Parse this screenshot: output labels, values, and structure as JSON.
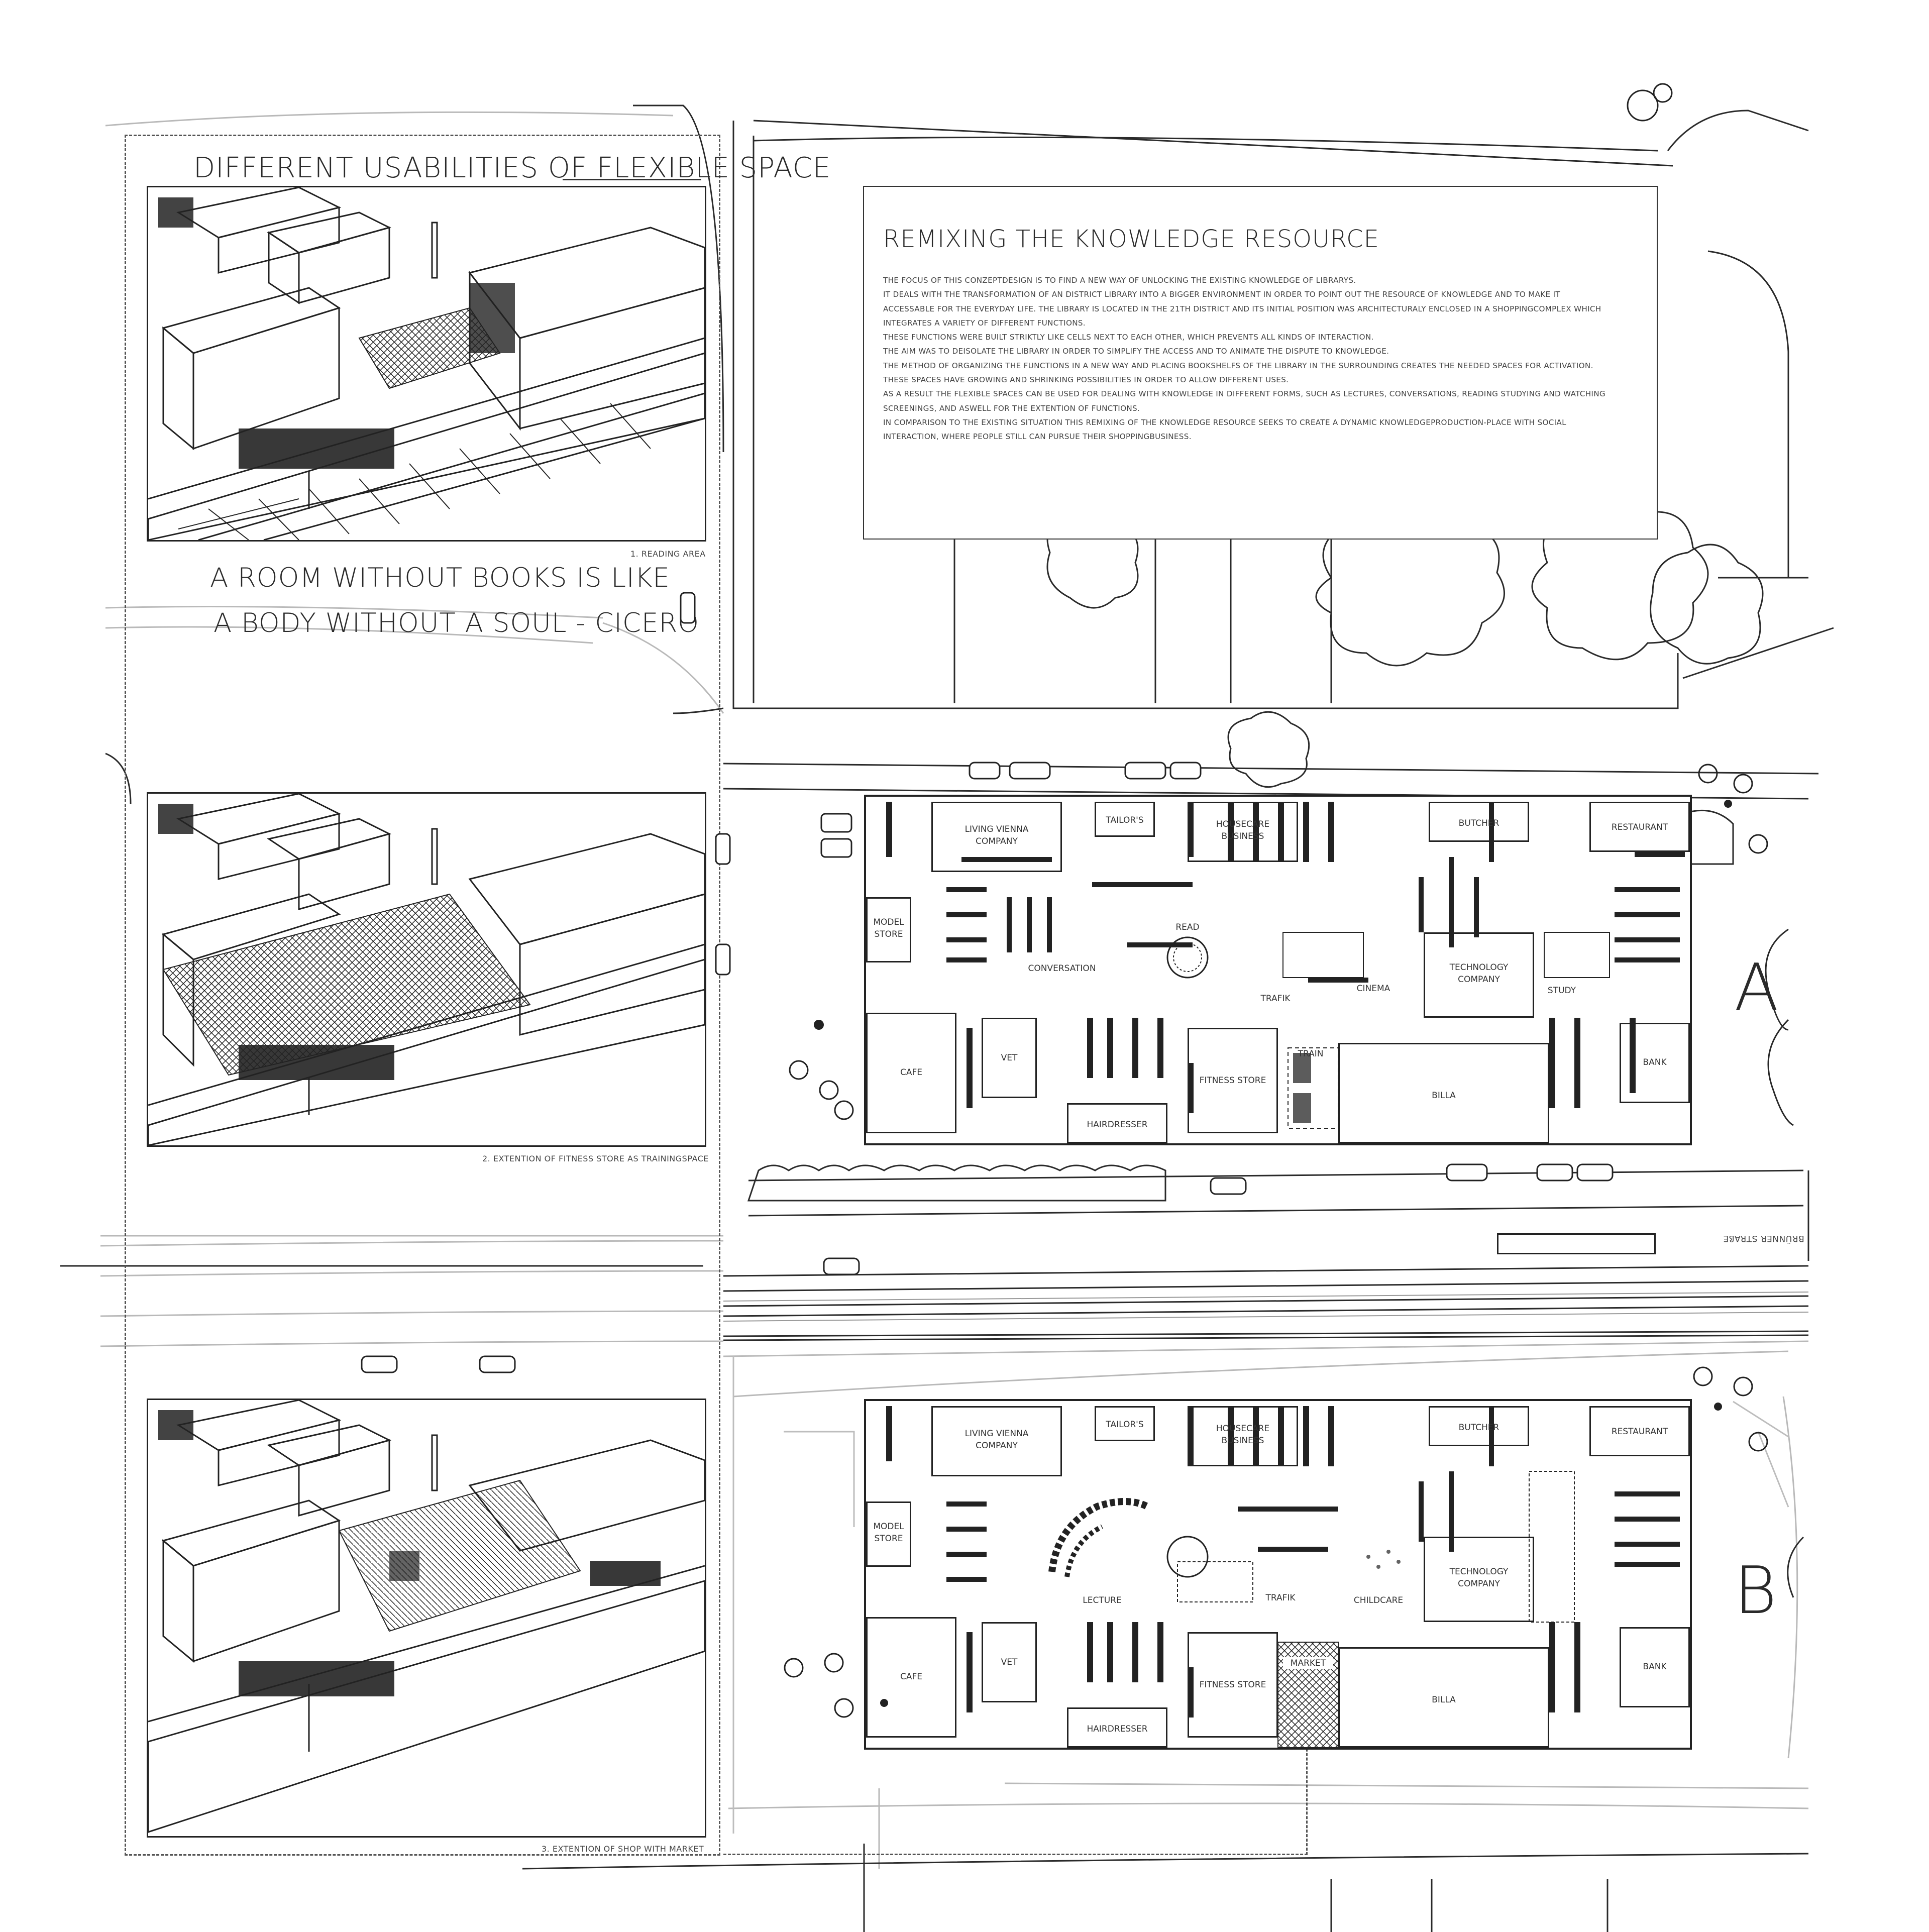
{
  "left_title": "DIFFERENT USABILITIES OF FLEXIBLE SPACE",
  "quote": [
    "A ROOM WITHOUT BOOKS IS LIKE",
    "A BODY  WITHOUT A SOUL - CICERO"
  ],
  "captions": [
    "1.  READING AREA",
    "2. EXTENTION OF FITNESS STORE AS TRAININGSPACE",
    "3. EXTENTION OF SHOP WITH MARKET"
  ],
  "main_title": "REMIXING THE KNOWLEDGE RESOURCE",
  "description": [
    "THE FOCUS OF THIS CONZEPTDESIGN IS TO FIND A NEW WAY OF UNLOCKING THE EXISTING KNOWLEDGE OF LIBRARYS.",
    "IT DEALS WITH THE TRANSFORMATION OF AN DISTRICT LIBRARY INTO A BIGGER ENVIRONMENT IN ORDER TO POINT OUT THE RESOURCE OF KNOWLEDGE AND TO MAKE IT",
    "ACCESSABLE FOR THE EVERYDAY LIFE. THE LIBRARY IS LOCATED IN THE 21TH DISTRICT AND ITS INITIAL POSITION WAS ARCHITECTURALY ENCLOSED IN A SHOPPINGCOMPLEX WHICH",
    "INTEGRATES A VARIETY OF DIFFERENT FUNCTIONS.",
    "THESE FUNCTIONS WERE BUILT STRIKTLY LIKE CELLS NEXT TO EACH OTHER, WHICH PREVENTS ALL KINDS OF INTERACTION.",
    "THE AIM WAS TO DEISOLATE THE LIBRARY IN ORDER TO SIMPLIFY THE ACCESS AND TO ANIMATE THE DISPUTE TO KNOWLEDGE.",
    "THE METHOD OF ORGANIZING THE FUNCTIONS IN A NEW WAY AND PLACING BOOKSHELFS OF THE LIBRARY IN THE SURROUNDING CREATES THE NEEDED SPACES FOR ACTIVATION.",
    "THESE SPACES HAVE GROWING AND SHRINKING POSSIBILITIES IN ORDER TO ALLOW  DIFFERENT USES.",
    "AS A RESULT THE FLEXIBLE SPACES CAN BE USED FOR DEALING WITH KNOWLEDGE IN DIFFERENT FORMS, SUCH AS LECTURES, CONVERSATIONS, READING STUDYING AND WATCHING",
    "SCREENINGS, AND ASWELL FOR THE EXTENTION OF FUNCTIONS.",
    "IN COMPARISON TO THE EXISTING SITUATION THIS REMIXING OF THE KNOWLEDGE RESOURCE SEEKS TO CREATE A DYNAMIC KNOWLEDGEPRODUCTION-PLACE WITH SOCIAL",
    "INTERACTION, WHERE PEOPLE STILL CAN PURSUE THEIR SHOPPINGBUSINESS."
  ],
  "street_label": "BRÜNNER STRAßE",
  "plan_a": {
    "letter": "A",
    "rooms": [
      "LIVING VIENNA\nCOMPANY",
      "TAILOR'S",
      "HOUSECARE\nBUSINESS",
      "BUTCHER",
      "RESTAURANT",
      "MODEL\nSTORE",
      "TECHNOLOGY\nCOMPANY",
      "CAFE",
      "VET",
      "FITNESS STORE",
      "BILLA",
      "BANK",
      "HAIRDRESSER"
    ],
    "zones": [
      "READ",
      "CONVERSATION",
      "TRAFIK",
      "CINEMA",
      "STUDY",
      "TRAIN"
    ]
  },
  "plan_b": {
    "letter": "B",
    "rooms": [
      "LIVING VIENNA\nCOMPANY",
      "TAILOR'S",
      "HOUSECARE\nBUSINESS",
      "BUTCHER",
      "RESTAURANT",
      "MODEL\nSTORE",
      "TECHNOLOGY\nCOMPANY",
      "CAFE",
      "VET",
      "FITNESS STORE",
      "BILLA",
      "BANK",
      "HAIRDRESSER"
    ],
    "zones": [
      "LECTURE",
      "TRAFIK",
      "CHILDCARE",
      "MARKET"
    ]
  },
  "colors": {
    "ink": "#222222",
    "light_line": "#b5b5b5",
    "paper": "#ffffff"
  }
}
